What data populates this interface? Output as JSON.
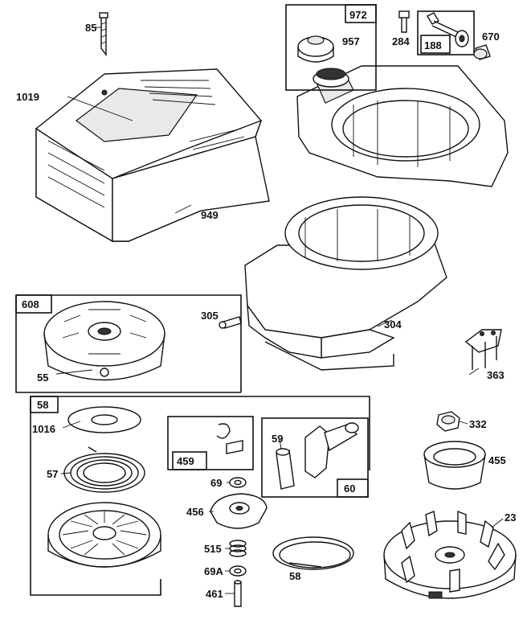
{
  "parts": {
    "p85": "85",
    "p1019": "1019",
    "p949": "949",
    "p972": "972",
    "p957": "957",
    "p284": "284",
    "p188": "188",
    "p670": "670",
    "p305": "305",
    "p304": "304",
    "p363": "363",
    "p608": "608",
    "p55": "55",
    "p58a": "58",
    "p1016": "1016",
    "p57": "57",
    "p459": "459",
    "p69a": "69",
    "p456": "456",
    "p515": "515",
    "p69A": "69A",
    "p461": "461",
    "p59": "59",
    "p60": "60",
    "p58b": "58",
    "p332": "332",
    "p455": "455",
    "p23": "23"
  }
}
